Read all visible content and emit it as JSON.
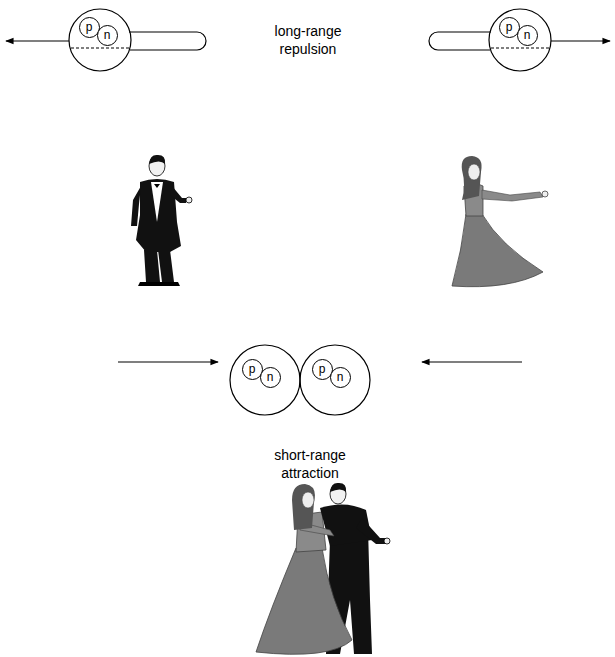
{
  "diagram": {
    "nodes": [
      {
        "text": [
          "p"
        ]
      },
      {
        "text": [
          "n"
        ]
      },
      {
        "text": [
          "p"
        ]
      },
      {
        "text": [
          "n"
        ]
      },
      {
        "text": [
          "p"
        ]
      },
      {
        "text": [
          "n"
        ]
      },
      {
        "text": [
          "p"
        ]
      },
      {
        "text": [
          "n"
        ]
      }
    ],
    "labels": [
      "long-range repulsion",
      "short-range attraction"
    ]
  }
}
